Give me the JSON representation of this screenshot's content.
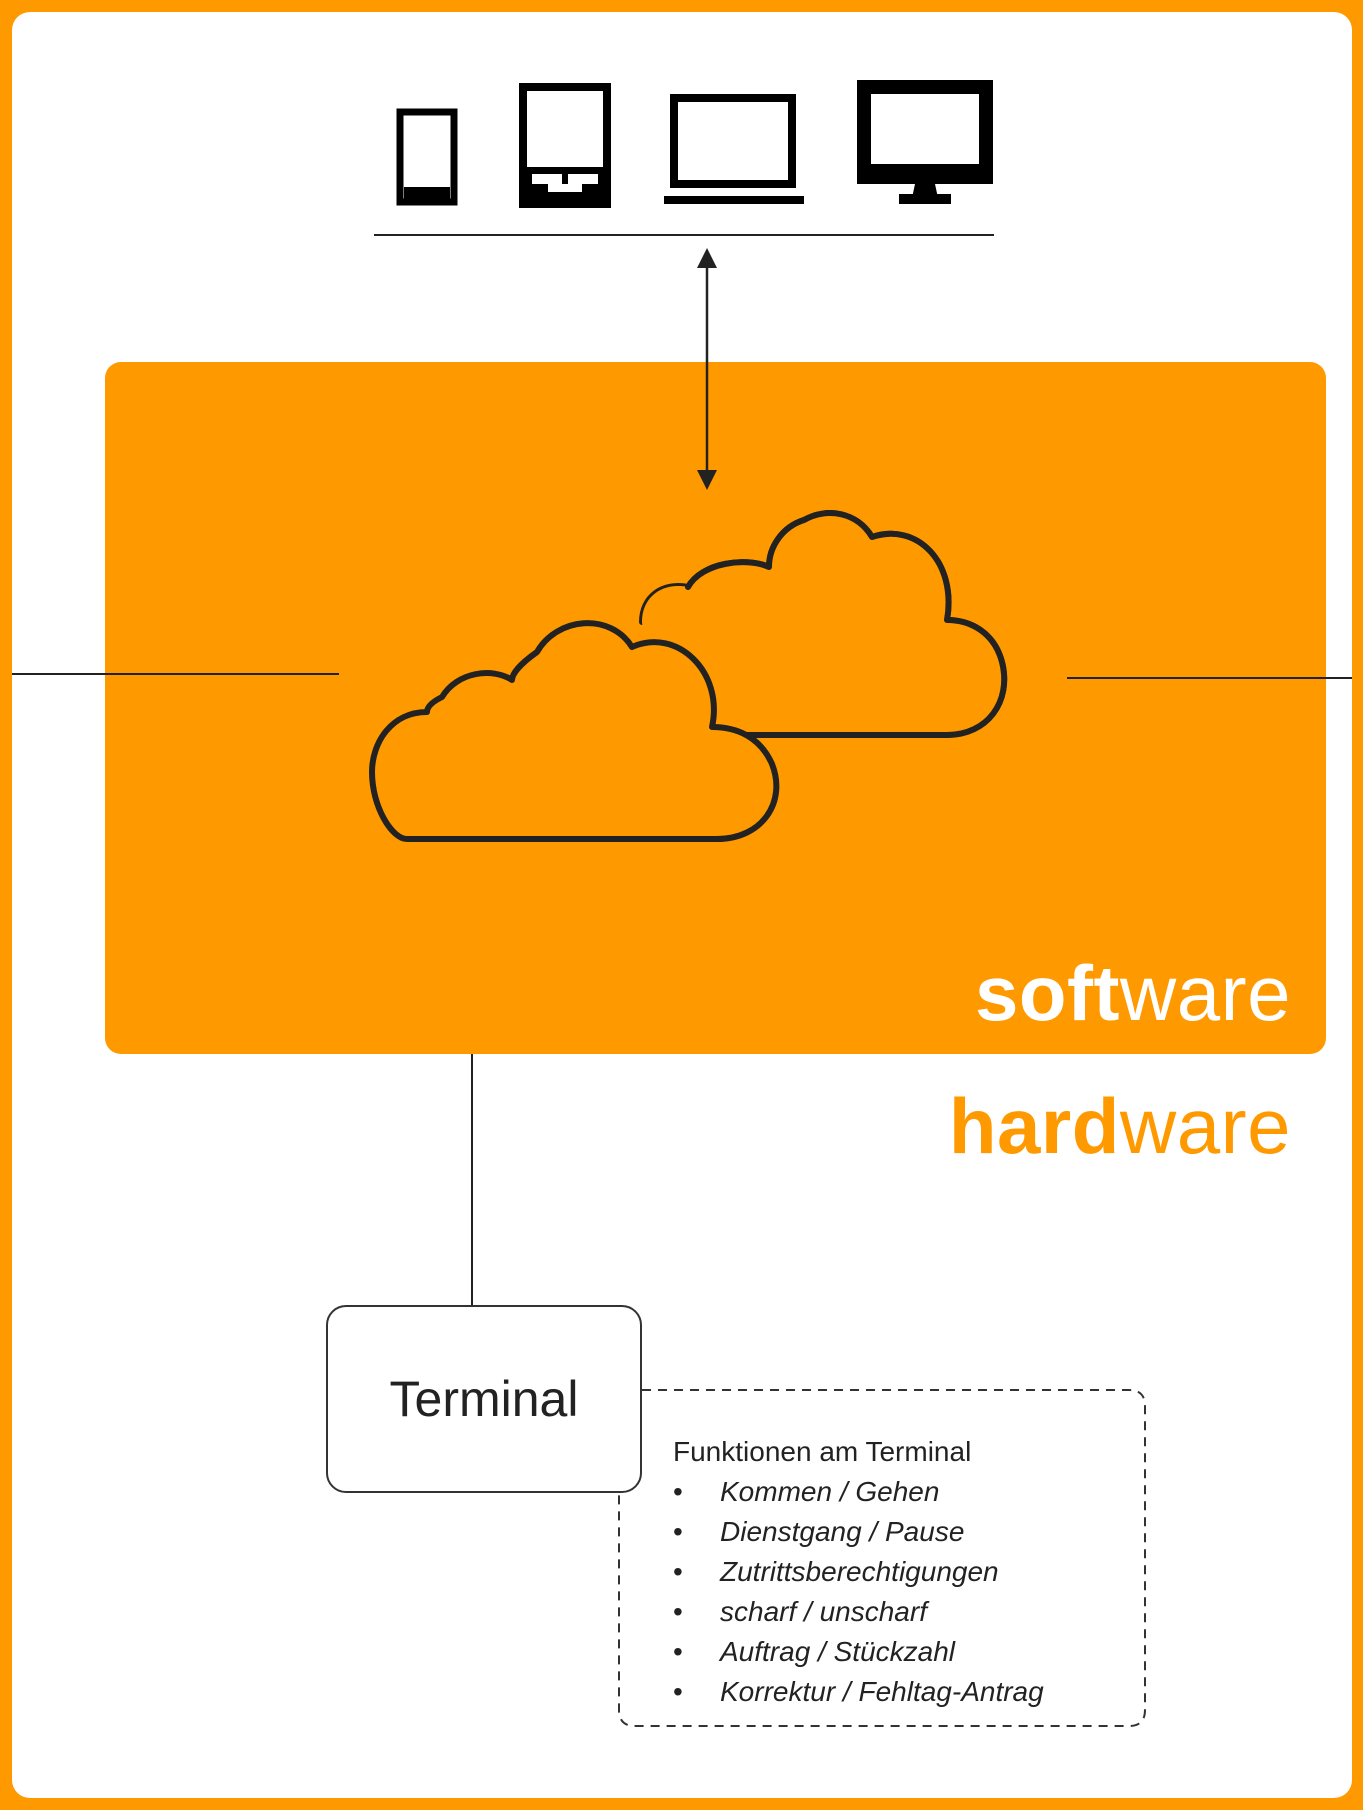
{
  "devices": [
    {
      "name": "smartphone-icon"
    },
    {
      "name": "tablet-icon"
    },
    {
      "name": "laptop-icon"
    },
    {
      "name": "desktop-monitor-icon"
    }
  ],
  "software_label": {
    "bold": "soft",
    "regular": "ware"
  },
  "hardware_label": {
    "bold": "hard",
    "regular": "ware"
  },
  "terminal": {
    "label": "Terminal"
  },
  "functions": {
    "heading": "Funktionen am Terminal",
    "items": [
      "Kommen / Gehen",
      "Dienstgang / Pause",
      "Zutrittsberechtigungen",
      "scharf / unscharf",
      "Auftrag / Stückzahl",
      "Korrektur / Fehltag-Antrag"
    ]
  },
  "colors": {
    "accent": "#FF9900",
    "line": "#222222",
    "background": "#FFFFFF"
  }
}
